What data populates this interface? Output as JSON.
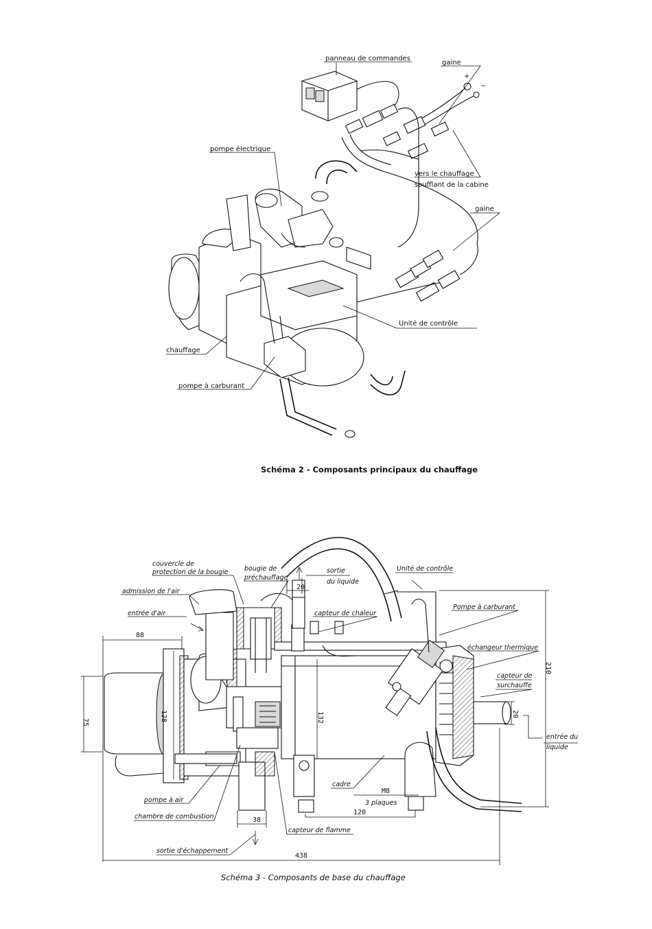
{
  "diagram2": {
    "caption": "Schéma 2 - Composants principaux du chauffage",
    "labels": {
      "control_panel": "panneau de commandes",
      "sheath_top": "gaine",
      "electric_pump": "pompe électrique",
      "to_cabin_heater_line1": "vers le chauffage",
      "to_cabin_heater_line2": "soufflant de la cabine",
      "sheath_mid": "gaine",
      "control_unit": "Unité de contrôle",
      "heater": "chauffage",
      "fuel_pump": "pompe à carburant"
    },
    "terminal_plus": "+",
    "terminal_minus": "−"
  },
  "diagram3": {
    "caption": "Schéma 3 - Composants de base du chauffage",
    "labels": {
      "plug_cover_line1": "couvercle de",
      "plug_cover_line2": "protection de la bougie",
      "glow_plug_line1": "bougie de",
      "glow_plug_line2": "préchauffage",
      "liquid_out_line1": "sortie",
      "liquid_out_line2": "du liquide",
      "control_unit": "Unité de contrôle",
      "air_intake": "admission de l'air",
      "air_inlet": "entrée d'air",
      "heat_sensor": "capteur de chaleur",
      "fuel_pump": "Pompe à carburant",
      "heat_exchanger": "échangeur thermique",
      "overheat_sensor_line1": "capteur de",
      "overheat_sensor_line2": "surchauffe",
      "liquid_in_line1": "entrée du",
      "liquid_in_line2": "liquide",
      "frame": "cadre",
      "air_pump": "pompe à air",
      "combustion_chamber": "chambre de combustion",
      "flame_sensor": "capteur de flamme",
      "exhaust_out": "sortie d'échappement",
      "three_plates": "3 plaques"
    },
    "dimensions": {
      "d88": "88",
      "d75": "75",
      "d128": "128",
      "d132": "132",
      "d20_top": "20",
      "d20_right": "20",
      "d210": "210",
      "d38": "38",
      "d120": "120",
      "d438": "438",
      "m8": "M8"
    }
  }
}
